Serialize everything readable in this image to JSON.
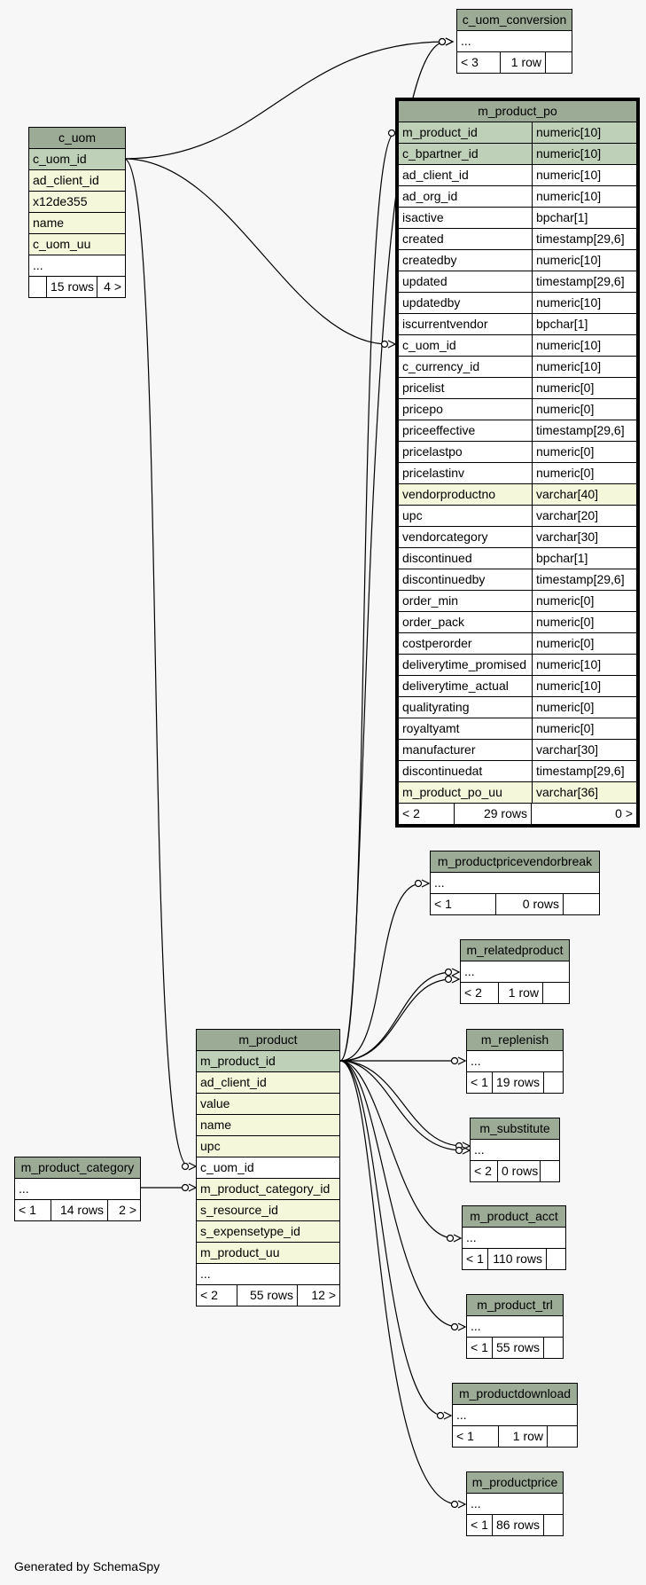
{
  "tables": {
    "c_uom_conversion": {
      "title": "c_uom_conversion",
      "rows": [
        {
          "name": "...",
          "type": "",
          "style": "plain"
        }
      ],
      "footer": {
        "left": "< 3",
        "mid": "1 row",
        "right": ""
      }
    },
    "c_uom": {
      "title": "c_uom",
      "rows": [
        {
          "name": "c_uom_id",
          "type": "",
          "style": "pk"
        },
        {
          "name": "ad_client_id",
          "type": "",
          "style": "idx"
        },
        {
          "name": "x12de355",
          "type": "",
          "style": "idx"
        },
        {
          "name": "name",
          "type": "",
          "style": "idx"
        },
        {
          "name": "c_uom_uu",
          "type": "",
          "style": "idx"
        },
        {
          "name": "...",
          "type": "",
          "style": "plain"
        }
      ],
      "footer": {
        "left": "",
        "mid": "15 rows",
        "right": "4 >"
      }
    },
    "m_product_po": {
      "title": "m_product_po",
      "rows": [
        {
          "name": "m_product_id",
          "type": "numeric[10]",
          "style": "pk"
        },
        {
          "name": "c_bpartner_id",
          "type": "numeric[10]",
          "style": "pk"
        },
        {
          "name": "ad_client_id",
          "type": "numeric[10]",
          "style": "plain"
        },
        {
          "name": "ad_org_id",
          "type": "numeric[10]",
          "style": "plain"
        },
        {
          "name": "isactive",
          "type": "bpchar[1]",
          "style": "plain"
        },
        {
          "name": "created",
          "type": "timestamp[29,6]",
          "style": "plain"
        },
        {
          "name": "createdby",
          "type": "numeric[10]",
          "style": "plain"
        },
        {
          "name": "updated",
          "type": "timestamp[29,6]",
          "style": "plain"
        },
        {
          "name": "updatedby",
          "type": "numeric[10]",
          "style": "plain"
        },
        {
          "name": "iscurrentvendor",
          "type": "bpchar[1]",
          "style": "plain"
        },
        {
          "name": "c_uom_id",
          "type": "numeric[10]",
          "style": "plain"
        },
        {
          "name": "c_currency_id",
          "type": "numeric[10]",
          "style": "plain"
        },
        {
          "name": "pricelist",
          "type": "numeric[0]",
          "style": "plain"
        },
        {
          "name": "pricepo",
          "type": "numeric[0]",
          "style": "plain"
        },
        {
          "name": "priceeffective",
          "type": "timestamp[29,6]",
          "style": "plain"
        },
        {
          "name": "pricelastpo",
          "type": "numeric[0]",
          "style": "plain"
        },
        {
          "name": "pricelastinv",
          "type": "numeric[0]",
          "style": "plain"
        },
        {
          "name": "vendorproductno",
          "type": "varchar[40]",
          "style": "idx"
        },
        {
          "name": "upc",
          "type": "varchar[20]",
          "style": "plain"
        },
        {
          "name": "vendorcategory",
          "type": "varchar[30]",
          "style": "plain"
        },
        {
          "name": "discontinued",
          "type": "bpchar[1]",
          "style": "plain"
        },
        {
          "name": "discontinuedby",
          "type": "timestamp[29,6]",
          "style": "plain"
        },
        {
          "name": "order_min",
          "type": "numeric[0]",
          "style": "plain"
        },
        {
          "name": "order_pack",
          "type": "numeric[0]",
          "style": "plain"
        },
        {
          "name": "costperorder",
          "type": "numeric[0]",
          "style": "plain"
        },
        {
          "name": "deliverytime_promised",
          "type": "numeric[10]",
          "style": "plain"
        },
        {
          "name": "deliverytime_actual",
          "type": "numeric[10]",
          "style": "plain"
        },
        {
          "name": "qualityrating",
          "type": "numeric[0]",
          "style": "plain"
        },
        {
          "name": "royaltyamt",
          "type": "numeric[0]",
          "style": "plain"
        },
        {
          "name": "manufacturer",
          "type": "varchar[30]",
          "style": "plain"
        },
        {
          "name": "discontinuedat",
          "type": "timestamp[29,6]",
          "style": "plain"
        },
        {
          "name": "m_product_po_uu",
          "type": "varchar[36]",
          "style": "idx"
        }
      ],
      "footer": {
        "left": "< 2",
        "mid": "29 rows",
        "right": "0 >"
      }
    },
    "m_productpricevendorbreak": {
      "title": "m_productpricevendorbreak",
      "rows": [
        {
          "name": "...",
          "type": "",
          "style": "plain"
        }
      ],
      "footer": {
        "left": "< 1",
        "mid": "0 rows",
        "right": ""
      }
    },
    "m_relatedproduct": {
      "title": "m_relatedproduct",
      "rows": [
        {
          "name": "...",
          "type": "",
          "style": "plain"
        }
      ],
      "footer": {
        "left": "< 2",
        "mid": "1 row",
        "right": ""
      }
    },
    "m_product": {
      "title": "m_product",
      "rows": [
        {
          "name": "m_product_id",
          "type": "",
          "style": "pk"
        },
        {
          "name": "ad_client_id",
          "type": "",
          "style": "idx"
        },
        {
          "name": "value",
          "type": "",
          "style": "idx"
        },
        {
          "name": "name",
          "type": "",
          "style": "idx"
        },
        {
          "name": "upc",
          "type": "",
          "style": "idx"
        },
        {
          "name": "c_uom_id",
          "type": "",
          "style": "plain"
        },
        {
          "name": "m_product_category_id",
          "type": "",
          "style": "idx"
        },
        {
          "name": "s_resource_id",
          "type": "",
          "style": "idx"
        },
        {
          "name": "s_expensetype_id",
          "type": "",
          "style": "idx"
        },
        {
          "name": "m_product_uu",
          "type": "",
          "style": "idx"
        },
        {
          "name": "...",
          "type": "",
          "style": "plain"
        }
      ],
      "footer": {
        "left": "< 2",
        "mid": "55 rows",
        "right": "12 >"
      }
    },
    "m_replenish": {
      "title": "m_replenish",
      "rows": [
        {
          "name": "...",
          "type": "",
          "style": "plain"
        }
      ],
      "footer": {
        "left": "< 1",
        "mid": "19 rows",
        "right": ""
      }
    },
    "m_substitute": {
      "title": "m_substitute",
      "rows": [
        {
          "name": "...",
          "type": "",
          "style": "plain"
        }
      ],
      "footer": {
        "left": "< 2",
        "mid": "0 rows",
        "right": ""
      }
    },
    "m_product_category": {
      "title": "m_product_category",
      "rows": [
        {
          "name": "...",
          "type": "",
          "style": "plain"
        }
      ],
      "footer": {
        "left": "< 1",
        "mid": "14 rows",
        "right": "2 >"
      }
    },
    "m_product_acct": {
      "title": "m_product_acct",
      "rows": [
        {
          "name": "...",
          "type": "",
          "style": "plain"
        }
      ],
      "footer": {
        "left": "< 1",
        "mid": "110 rows",
        "right": ""
      }
    },
    "m_product_trl": {
      "title": "m_product_trl",
      "rows": [
        {
          "name": "...",
          "type": "",
          "style": "plain"
        }
      ],
      "footer": {
        "left": "< 1",
        "mid": "55 rows",
        "right": ""
      }
    },
    "m_productdownload": {
      "title": "m_productdownload",
      "rows": [
        {
          "name": "...",
          "type": "",
          "style": "plain"
        }
      ],
      "footer": {
        "left": "< 1",
        "mid": "1 row",
        "right": ""
      }
    },
    "m_productprice": {
      "title": "m_productprice",
      "rows": [
        {
          "name": "...",
          "type": "",
          "style": "plain"
        }
      ],
      "footer": {
        "left": "< 1",
        "mid": "86 rows",
        "right": ""
      }
    }
  },
  "colors": {
    "title_bg": "#9bab96",
    "pk_bg": "#bed1b8",
    "index_bg": "#f4f7da",
    "page_bg": "#f7f7f7"
  },
  "generated_by": "Generated by SchemaSpy"
}
